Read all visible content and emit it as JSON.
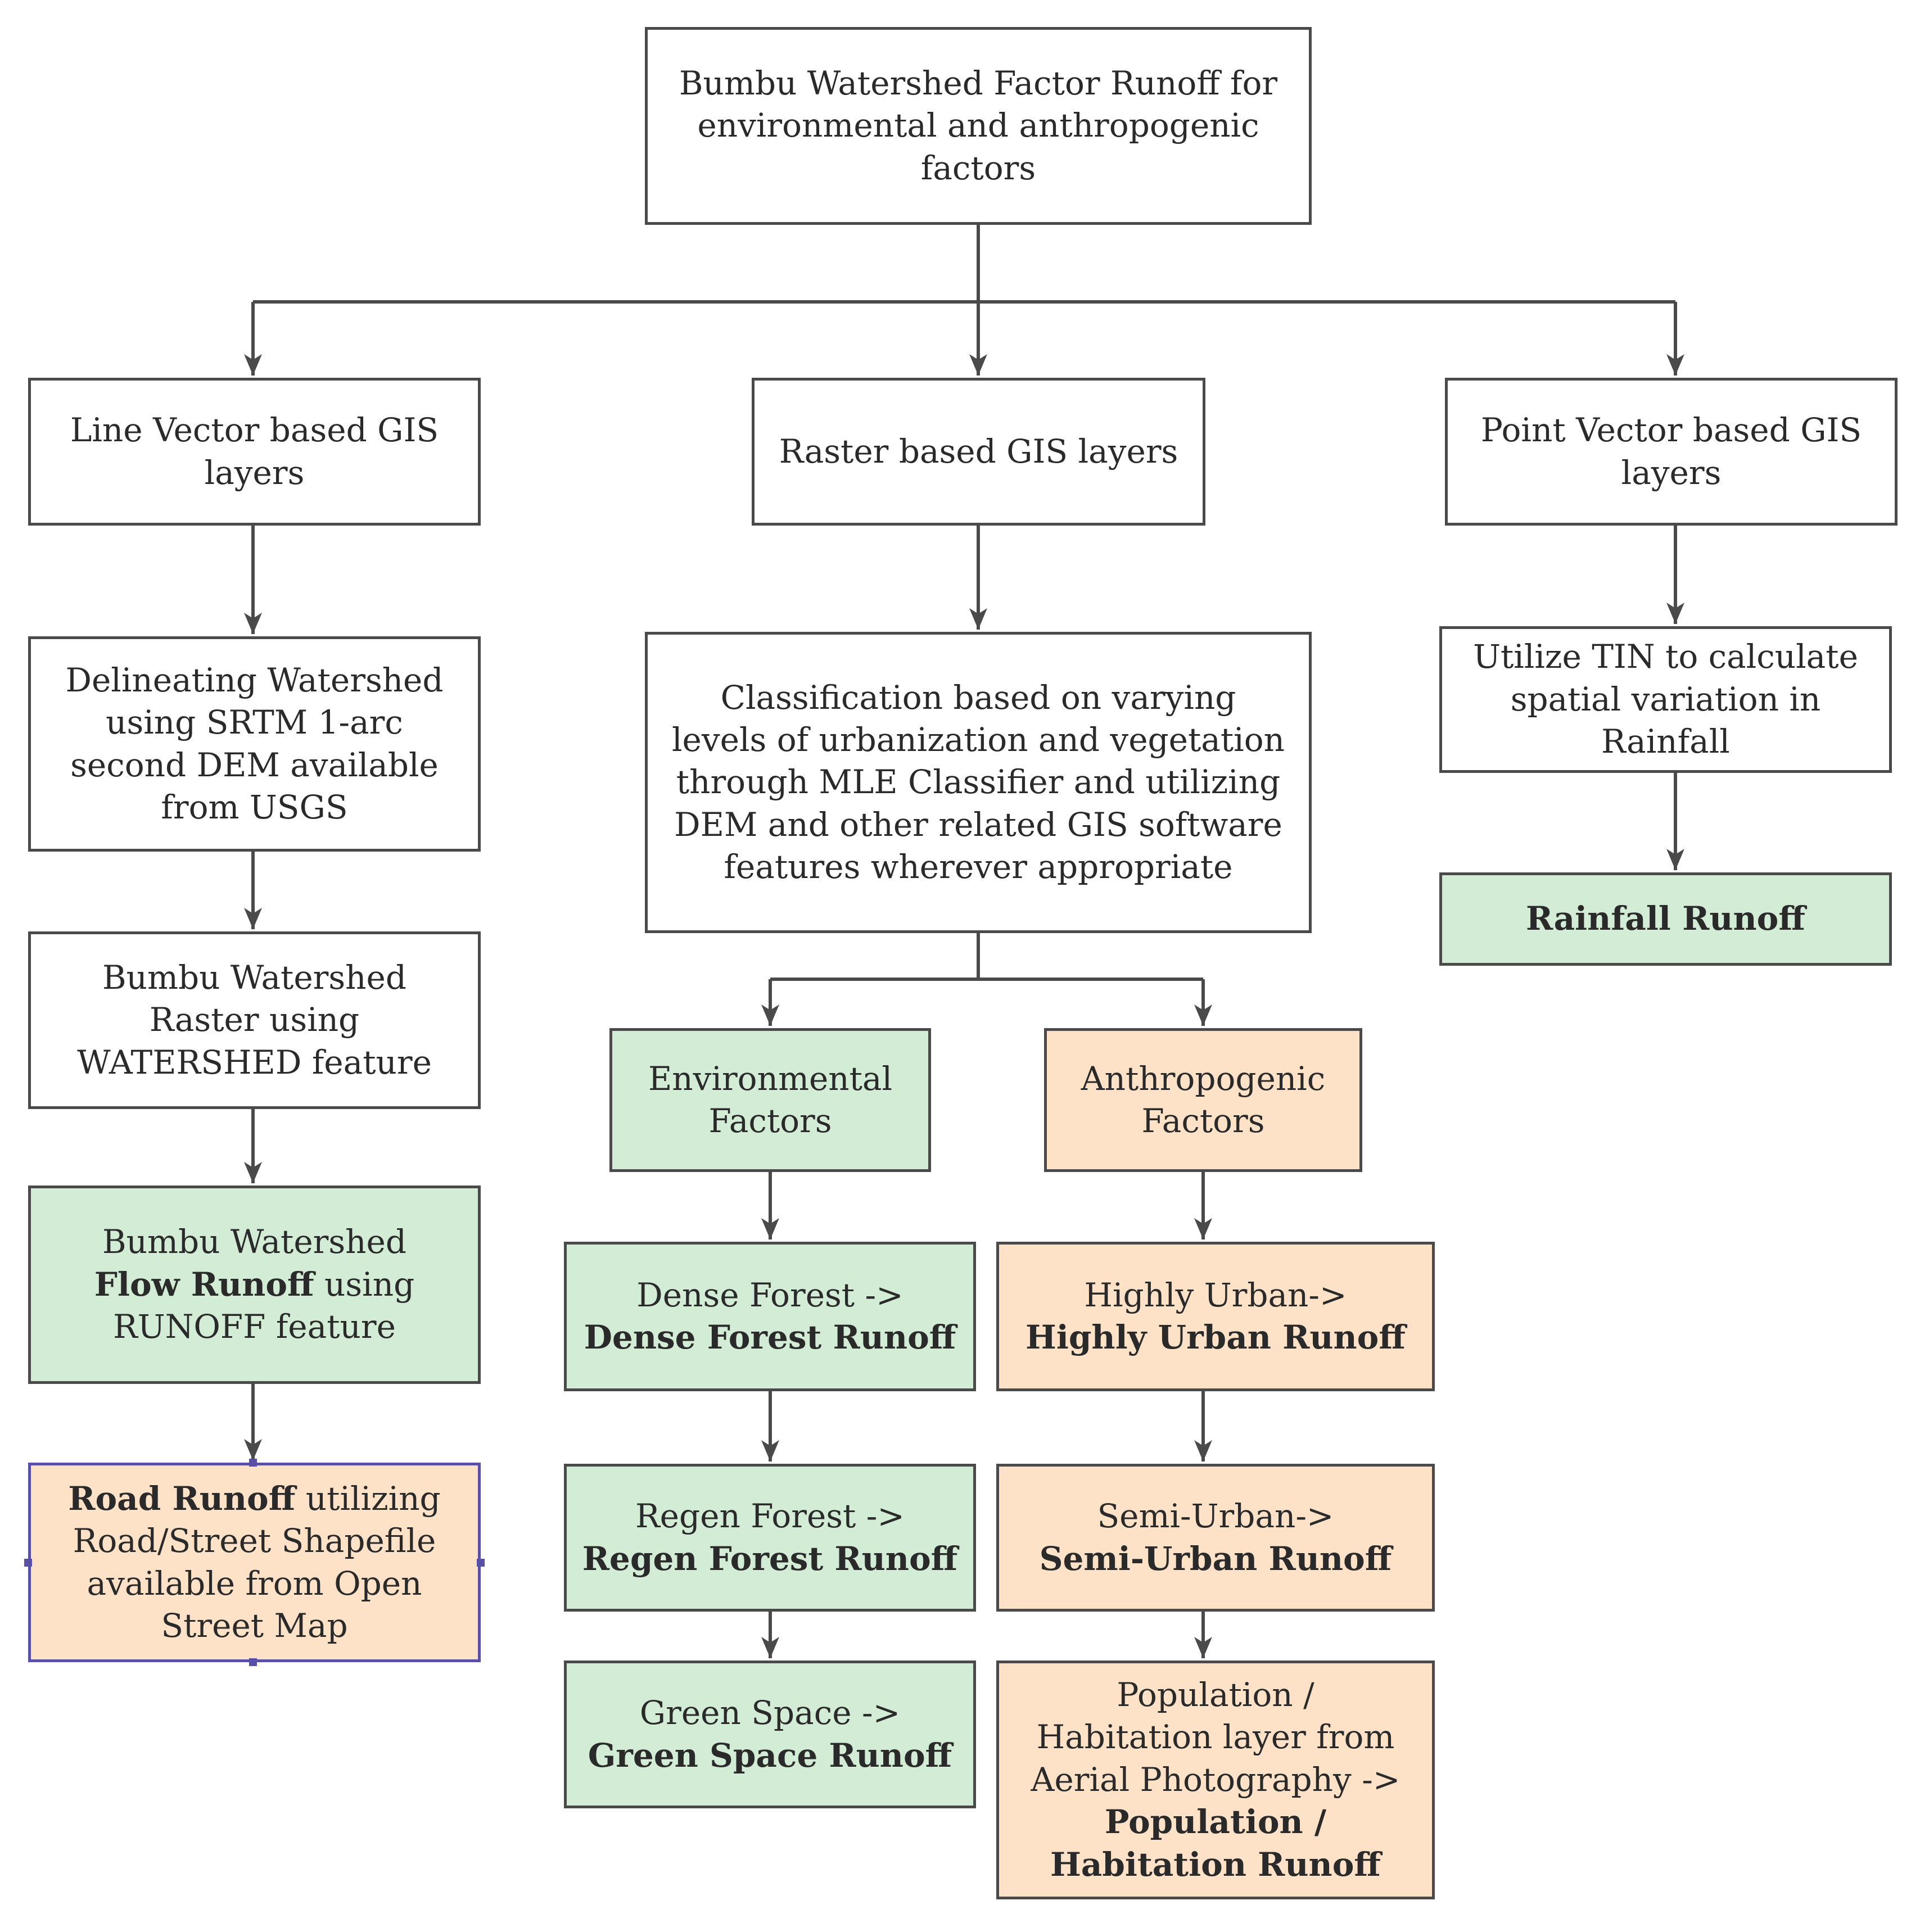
{
  "nodes": {
    "root": {
      "lines": [
        "Bumbu Watershed Factor Runoff for",
        "environmental and anthropogenic",
        "factors"
      ]
    },
    "line_vector": {
      "lines": [
        "Line Vector based GIS",
        "layers"
      ]
    },
    "raster": {
      "lines": [
        "Raster based GIS layers"
      ]
    },
    "point_vector": {
      "lines": [
        "Point Vector based GIS",
        "layers"
      ]
    },
    "delineating": {
      "lines": [
        "Delineating Watershed",
        "using SRTM 1-arc",
        "second DEM available",
        "from USGS"
      ]
    },
    "watershed_raster": {
      "lines": [
        "Bumbu Watershed",
        "Raster using",
        "WATERSHED feature"
      ]
    },
    "flow_runoff": {
      "line1": "Bumbu Watershed",
      "line2_bold": "Flow Runoff",
      "line2_rest": " using",
      "line3": "RUNOFF feature"
    },
    "road_runoff": {
      "line1_bold": "Road Runoff",
      "line1_rest": " utilizing",
      "line2": "Road/Street Shapefile",
      "line3": "available from Open",
      "line4": "Street Map"
    },
    "classification": {
      "lines": [
        "Classification based on varying",
        "levels of urbanization and vegetation",
        "through MLE Classifier and utilizing",
        "DEM and other related GIS software",
        "features wherever appropriate"
      ]
    },
    "environmental": {
      "lines": [
        "Environmental",
        "Factors"
      ]
    },
    "anthropogenic": {
      "lines": [
        "Anthropogenic",
        "Factors"
      ]
    },
    "dense_forest": {
      "line1": "Dense Forest ->",
      "line2_bold": "Dense Forest Runoff"
    },
    "regen_forest": {
      "line1": "Regen Forest ->",
      "line2_bold": "Regen Forest Runoff"
    },
    "green_space": {
      "line1": "Green Space ->",
      "line2_bold": "Green Space Runoff"
    },
    "highly_urban": {
      "line1": "Highly Urban->",
      "line2_bold": "Highly Urban Runoff"
    },
    "semi_urban": {
      "line1": "Semi-Urban->",
      "line2_bold": "Semi-Urban Runoff"
    },
    "population": {
      "line1": "Population /",
      "line2": "Habitation layer from",
      "line3": "Aerial Photography ->",
      "line4_bold": "Population /",
      "line5_bold": "Habitation Runoff"
    },
    "tin": {
      "lines": [
        "Utilize TIN to calculate",
        "spatial variation in",
        "Rainfall"
      ]
    },
    "rainfall_runoff": {
      "line1_bold": "Rainfall Runoff"
    }
  },
  "colors": {
    "environmental_fill": "#d2ecd5",
    "anthropogenic_fill": "#fde2c8",
    "line": "#4a4a4a",
    "selection": "#5850a6"
  }
}
